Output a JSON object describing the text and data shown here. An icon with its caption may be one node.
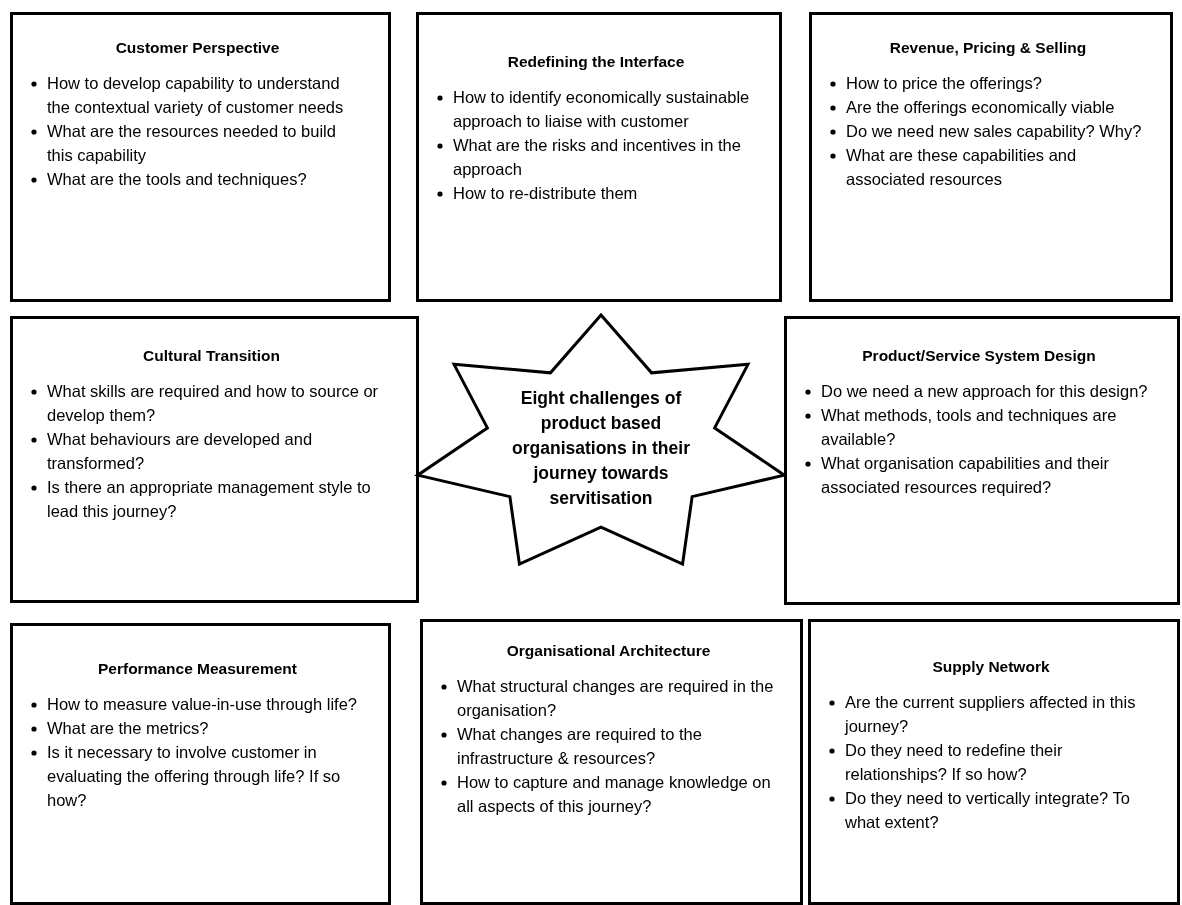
{
  "diagram": {
    "nodes": [
      {
        "text": [
          "Customer Perspective",
          "How to develop capability to understand the contextual variety of customer needs",
          "What are the resources needed to build this capability",
          "What are the tools and techniques?"
        ]
      },
      {
        "text": [
          "Redefining the Interface",
          "How to identify economically sustainable approach to liaise with customer",
          "What are the risks and incentives in the approach",
          "How to re-distribute them"
        ]
      },
      {
        "text": [
          "Revenue, Pricing & Selling",
          "How to price the offerings?",
          "Are the offerings economically viable",
          "Do we need new sales capability? Why?",
          "What are these capabilities and associated resources"
        ]
      },
      {
        "text": [
          "Cultural Transition",
          "What skills are required and how to source or develop them?",
          "What behaviours are developed and transformed?",
          "Is there an appropriate management style to lead this journey?"
        ]
      },
      {
        "text": [
          "Eight challenges of product based organisations in their journey towards servitisation"
        ]
      },
      {
        "text": [
          "Product/Service System Design",
          "Do we need a new approach for this design?",
          "What methods, tools and techniques are available?",
          "What organisation capabilities and their associated resources required?"
        ]
      },
      {
        "text": [
          "Performance Measurement",
          "How to measure value-in-use through life?",
          "What are the metrics?",
          "Is it necessary to involve customer in evaluating the offering through life? If so how?"
        ]
      },
      {
        "text": [
          "Organisational Architecture",
          "What structural changes are required in the organisation?",
          "What changes are required  to the infrastructure & resources?",
          "How to capture and manage knowledge on all aspects of this journey?"
        ]
      },
      {
        "text": [
          "Supply Network",
          "Are the current suppliers affected in this journey?",
          "Do they need to redefine their relationships? If so how?",
          "Do they need to vertically integrate? To what extent?"
        ]
      }
    ]
  }
}
